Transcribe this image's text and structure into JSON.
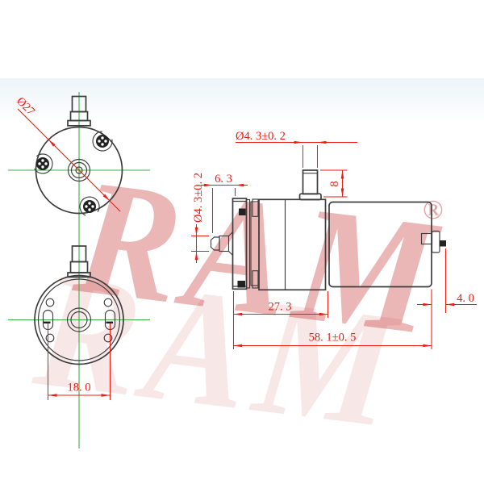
{
  "watermark": {
    "text": "RAM",
    "symbol": "®",
    "color": "#c11d1c"
  },
  "colors": {
    "dimension": "#ee1b11",
    "centerline": "#3cb043",
    "outline": "#3d3d3d",
    "fill_dark": "#222222",
    "background": "#ffffff",
    "top_band": "#edf4f9"
  },
  "views": {
    "front": {
      "title": "pump-head-end-view",
      "dims": {
        "outer_diameter": "Ø27"
      }
    },
    "rear": {
      "title": "motor-end-view",
      "dims": {
        "slot_spacing": "18. 0"
      }
    },
    "side": {
      "title": "side-view",
      "dims": {
        "top_port_diameter": "Ø4. 3±0. 2",
        "top_port_height": "8",
        "left_port_diameter": "Ø4. 3±0. 2",
        "left_port_length": "6. 3",
        "head_length": "27. 3",
        "overall_length": "58. 1±0. 5",
        "terminal_protrusion": "4. 0"
      }
    }
  }
}
